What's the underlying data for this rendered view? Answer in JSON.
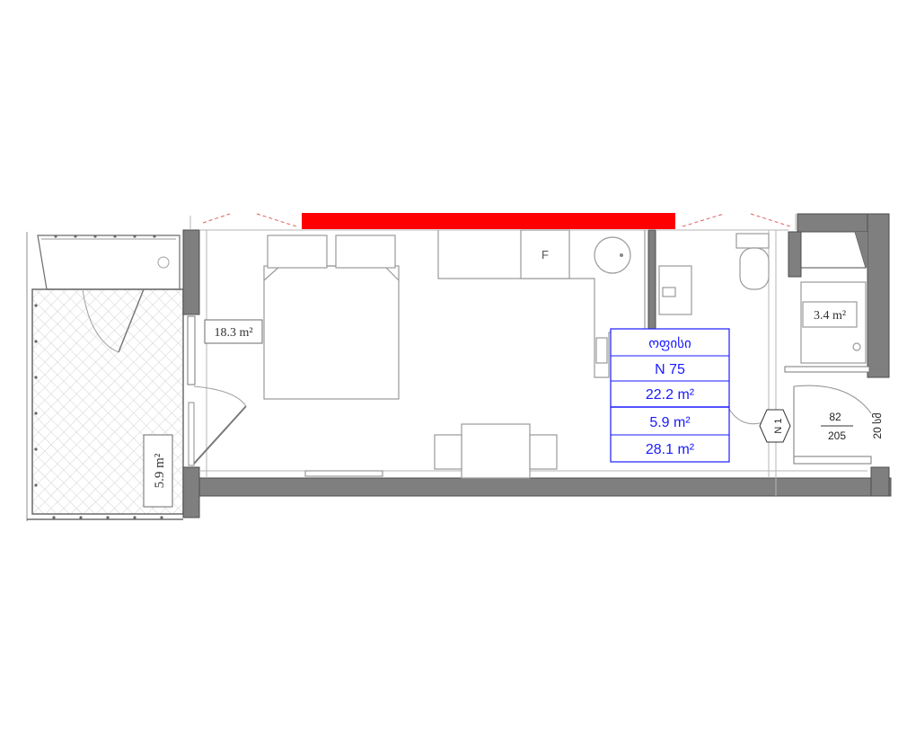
{
  "plan": {
    "colors": {
      "wall": "#7f7f7f",
      "wall_edge": "#4d4d4d",
      "line": "#8c8c8c",
      "furniture": "#9a9a9a",
      "accent_red": "#ff0000",
      "window_red": "#e06060",
      "table_blue": "#1a1aff",
      "hatch": "#c8c8c8"
    },
    "rooms": {
      "main_area": "18.3 m²",
      "balcony_area": "5.9 m²",
      "bathroom_area": "3.4 m²"
    },
    "fridge_label": "F",
    "summary_table": {
      "rows": [
        "ოფისი",
        "N 75",
        "22.2 m²",
        "5.9 m²",
        "28.1 m²"
      ]
    },
    "door_tag": "N 1",
    "door_dims": {
      "width": "82",
      "height": "205",
      "unit": "20 სმ"
    }
  }
}
